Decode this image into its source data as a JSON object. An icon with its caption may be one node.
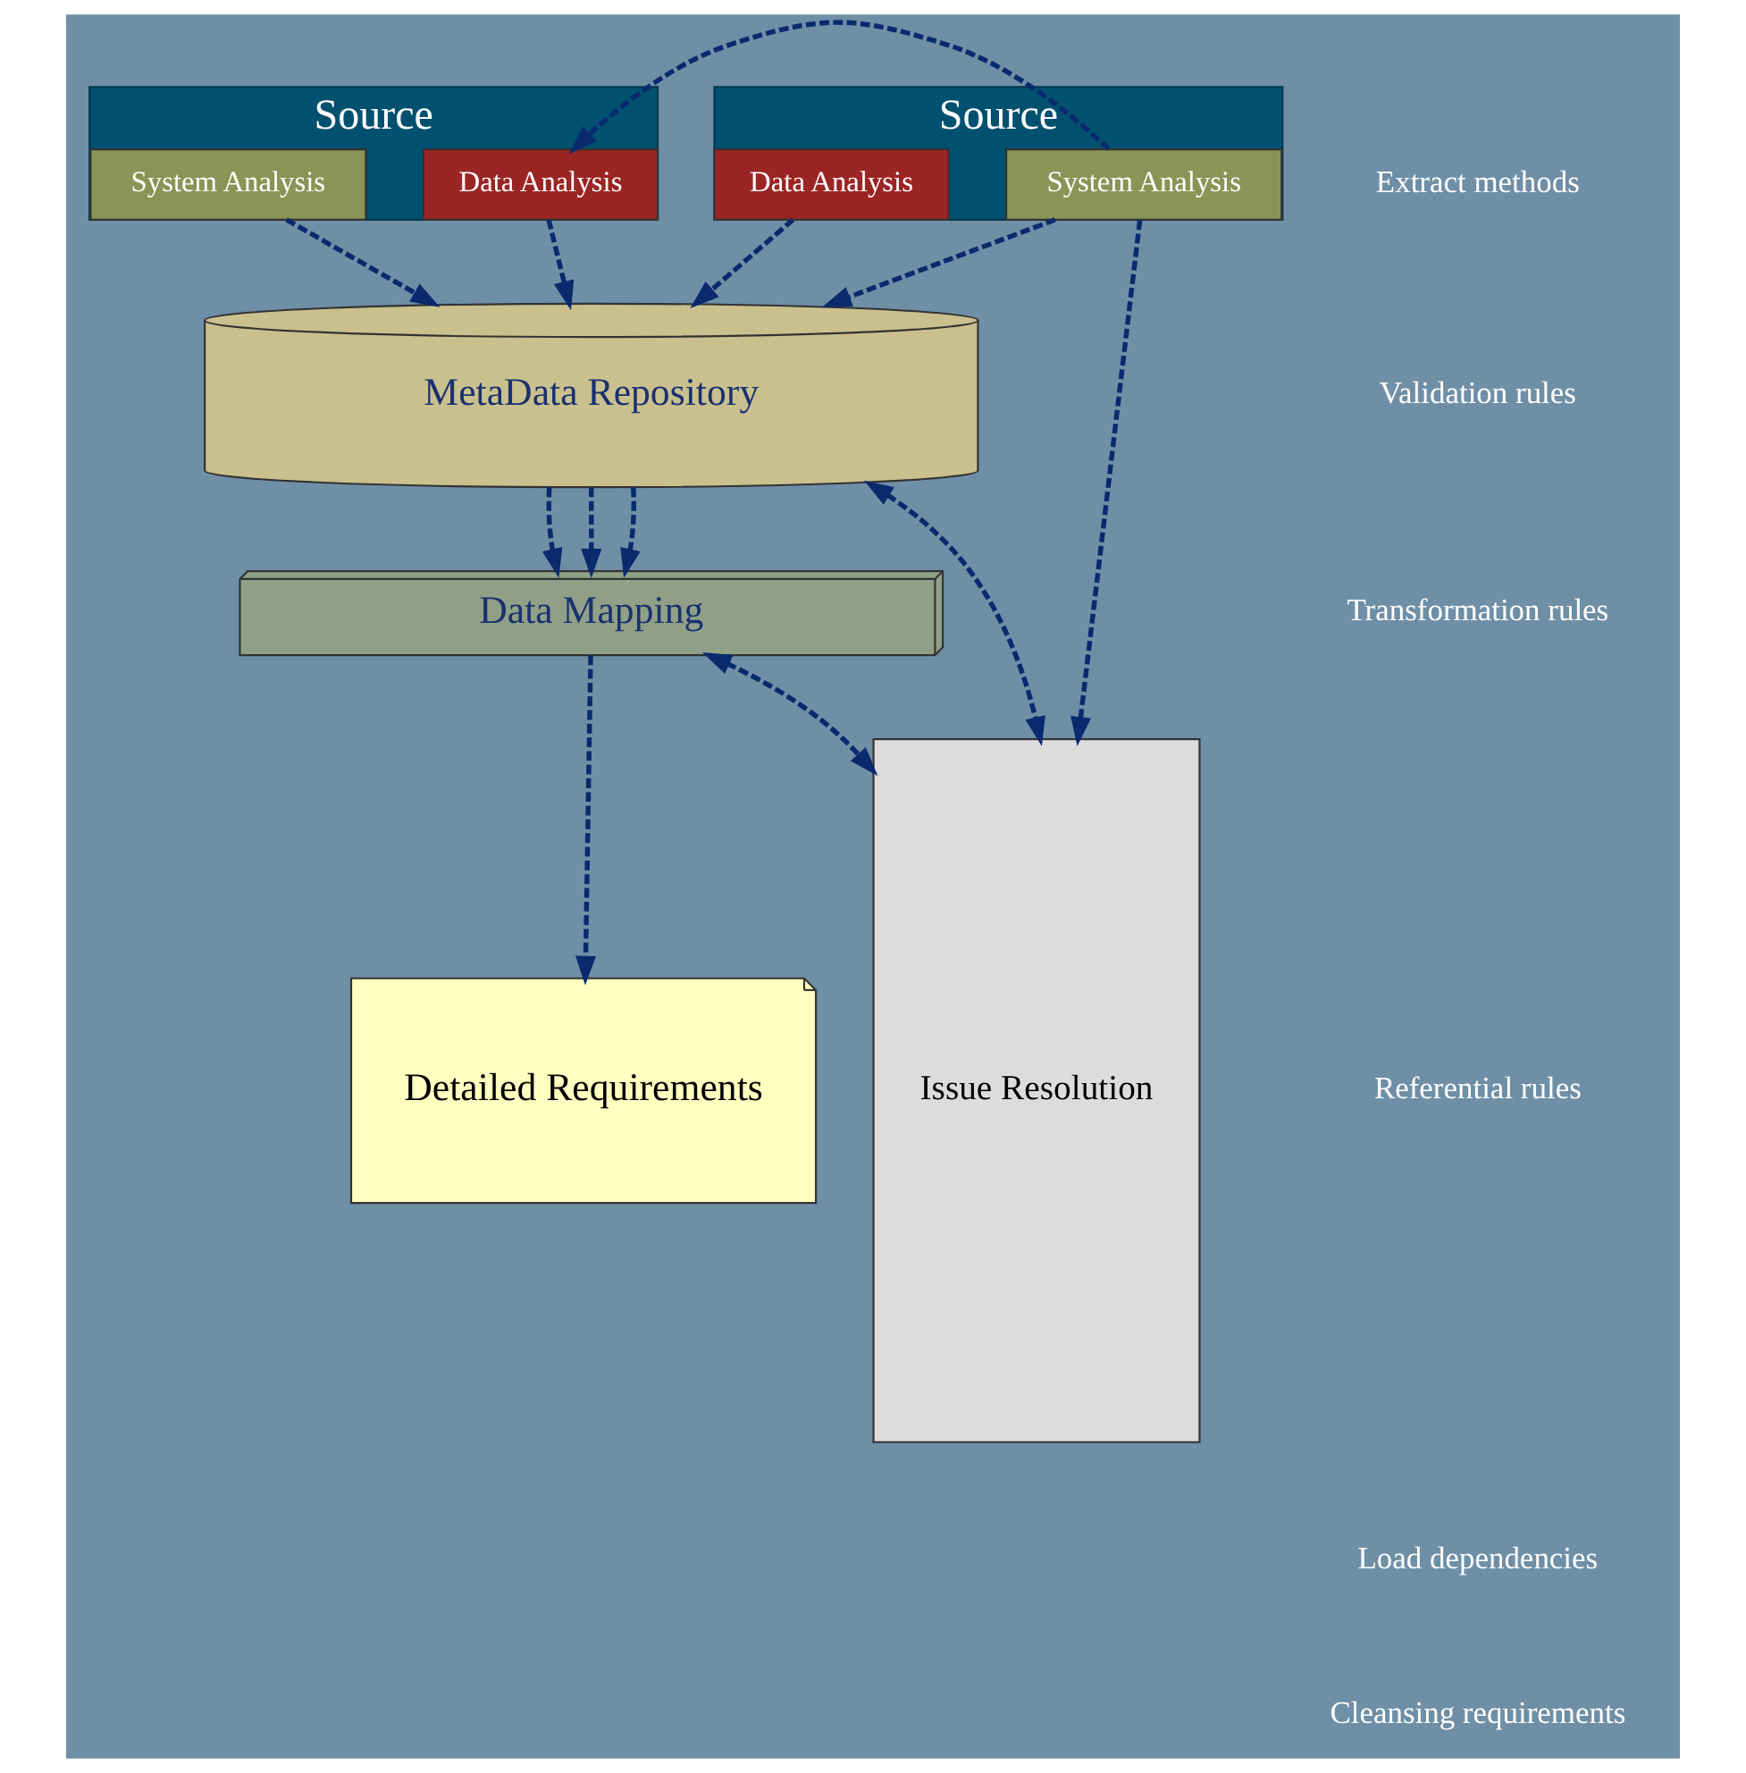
{
  "diagram": {
    "nodes": [
      {
        "text": [
          "Source"
        ]
      },
      {
        "text": [
          "Data Analysis"
        ],
        "in": 0
      },
      {
        "text": [
          "System Analysis"
        ],
        "in": 0
      },
      {
        "text": [
          "Source"
        ]
      },
      {
        "text": [
          "Data Analysis"
        ],
        "in": 3
      },
      {
        "text": [
          "System Analysis"
        ],
        "in": 3
      },
      {
        "text": [
          "MetaData Repository"
        ]
      },
      {
        "text": [
          "Data Mapping"
        ]
      },
      {
        "text": [
          "Detailed Requirements"
        ]
      },
      {
        "text": [
          "Issue Resolution"
        ]
      }
    ],
    "edges": [
      {
        "from": 3,
        "to": 0,
        "arrow": "to",
        "style": "dashed"
      },
      {
        "from": 3,
        "to": 9,
        "arrow": "to",
        "style": "dashed"
      },
      {
        "from": 1,
        "to": 6,
        "arrow": "to",
        "style": "dashed"
      },
      {
        "from": 2,
        "to": 6,
        "arrow": "to",
        "style": "dashed"
      },
      {
        "from": 4,
        "to": 6,
        "arrow": "to",
        "style": "dashed"
      },
      {
        "from": 5,
        "to": 6,
        "arrow": "to",
        "style": "dashed"
      },
      {
        "from": 6,
        "to": 9,
        "arrow": "both",
        "style": "dashed"
      },
      {
        "from": 6,
        "to": 7,
        "arrow": "to",
        "style": "dashed"
      },
      {
        "from": 6,
        "to": 7,
        "arrow": "to",
        "style": "dashed"
      },
      {
        "from": 6,
        "to": 7,
        "arrow": "to",
        "style": "dashed"
      },
      {
        "from": 7,
        "to": 9,
        "arrow": "both",
        "style": "dashed"
      },
      {
        "from": 7,
        "to": 8,
        "arrow": "to",
        "style": "dashed"
      }
    ],
    "labels": [
      "Extract methods",
      "Validation rules",
      "Transformation rules",
      "Referential rules",
      "Load dependencies",
      "Cleansing requirements"
    ]
  }
}
